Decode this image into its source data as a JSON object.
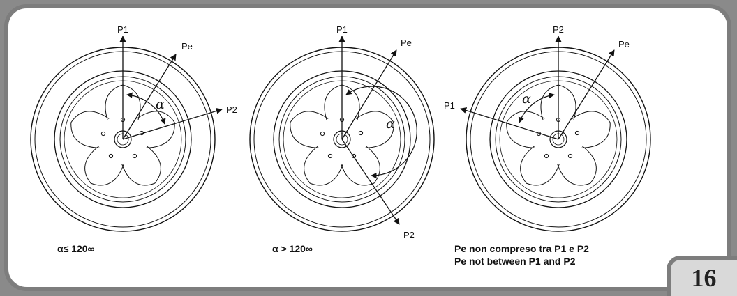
{
  "wheels": [
    {
      "id": "wheel-1",
      "labels": {
        "p1": "P1",
        "pe": "Pe",
        "p2": "P2",
        "alpha": "α"
      },
      "caption_lines": [
        "α≤ 120∞"
      ]
    },
    {
      "id": "wheel-2",
      "labels": {
        "p1": "P1",
        "pe": "Pe",
        "p2": "P2",
        "alpha": "α"
      },
      "caption_lines": [
        "α > 120∞"
      ]
    },
    {
      "id": "wheel-3",
      "labels": {
        "p1": "P1",
        "pe": "Pe",
        "p2": "P2",
        "alpha": "α"
      },
      "caption_lines": [
        "Pe non compreso tra P1 e P2",
        "Pe not between P1 and P2"
      ]
    }
  ],
  "page_number": "16",
  "colors": {
    "frame": "#7d7d7d",
    "page_box": "#d9d9d9",
    "line": "#111111"
  }
}
